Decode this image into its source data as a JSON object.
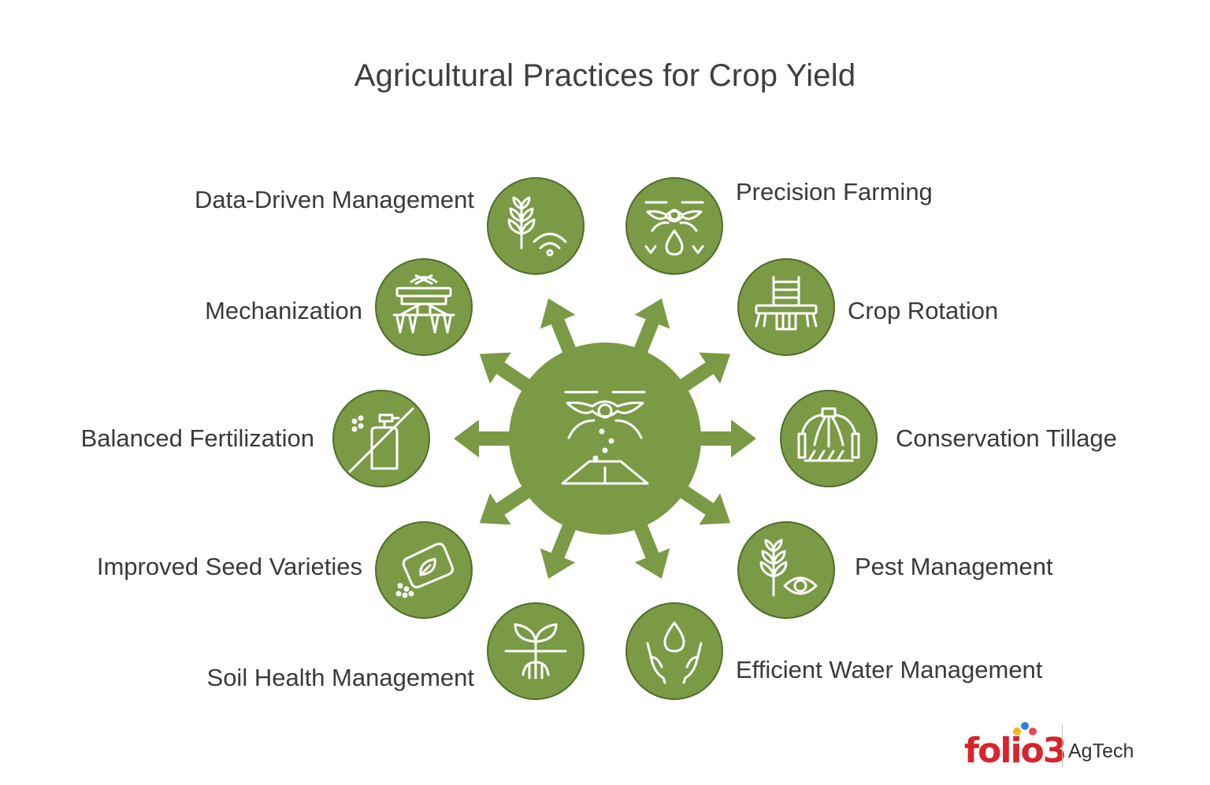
{
  "title": "Agricultural Practices for Crop Yield",
  "colors": {
    "accent": "#7a9a45",
    "accent_dark": "#506e2b",
    "icon_stroke": "#ffffff"
  },
  "center": {
    "icon": "drone-sowing-icon"
  },
  "practices": [
    {
      "id": "data-driven",
      "label": "Data-Driven Management",
      "icon": "plant-wifi-icon"
    },
    {
      "id": "precision",
      "label": "Precision Farming",
      "icon": "drone-water-icon"
    },
    {
      "id": "mechanization",
      "label": "Mechanization",
      "icon": "planter-machine-icon"
    },
    {
      "id": "crop-rotation",
      "label": "Crop Rotation",
      "icon": "seeder-icon"
    },
    {
      "id": "balanced-fert",
      "label": "Balanced Fertilization",
      "icon": "spray-bottle-slash-icon"
    },
    {
      "id": "cons-tillage",
      "label": "Conservation Tillage",
      "icon": "tiller-icon"
    },
    {
      "id": "improved-seed",
      "label": "Improved Seed Varieties",
      "icon": "seed-packet-icon"
    },
    {
      "id": "pest-mgmt",
      "label": "Pest Management",
      "icon": "plant-eye-icon"
    },
    {
      "id": "soil-health",
      "label": "Soil Health Management",
      "icon": "sprout-roots-icon"
    },
    {
      "id": "water-mgmt",
      "label": "Efficient Water Management",
      "icon": "hands-drop-icon"
    }
  ],
  "logo": {
    "wordmark": "folio3",
    "tagline": "AgTech",
    "dot_colors": [
      "#f4b51c",
      "#2f7fe0",
      "#e84b53"
    ]
  }
}
